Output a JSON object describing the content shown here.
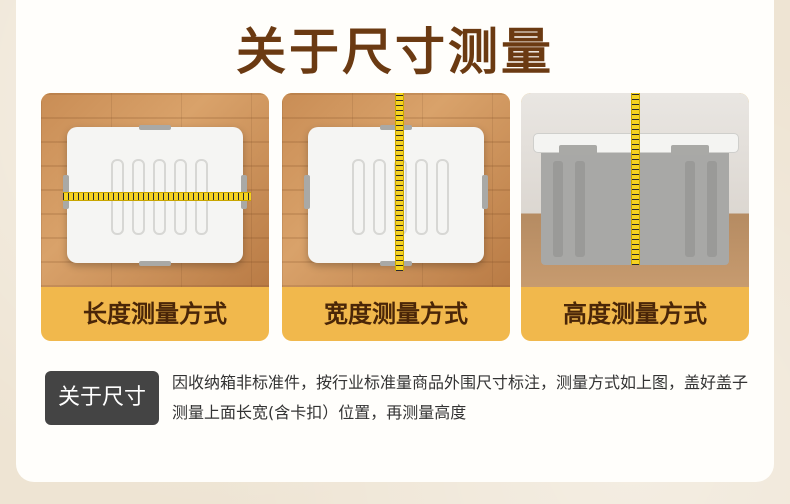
{
  "header": {
    "title": "关于尺寸测量"
  },
  "panels": [
    {
      "caption": "长度测量方式"
    },
    {
      "caption": "宽度测量方式"
    },
    {
      "caption": "高度测量方式"
    }
  ],
  "note": {
    "badge": "关于尺寸",
    "text": "因收纳箱非标准件，按行业标准量商品外围尺寸标注，测量方式如上图，盖好盖子测量上面长宽(含卡扣）位置，再测量高度"
  },
  "colors": {
    "title": "#6b3a12",
    "caption_bg": "#f1b84c",
    "caption_text": "#4a2608",
    "badge_bg": "#444444",
    "tape": "#f5d221"
  }
}
